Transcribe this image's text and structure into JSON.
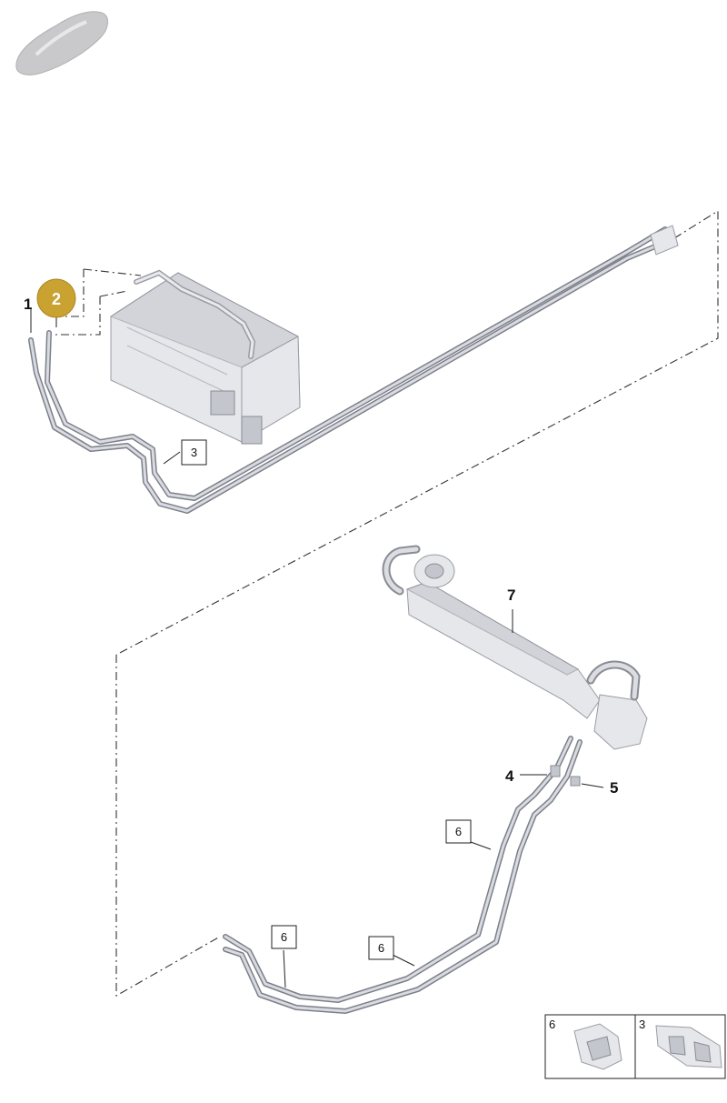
{
  "callouts": {
    "c1": "1",
    "c2": "2",
    "c3": "3",
    "c4": "4",
    "c5": "5",
    "c6a": "6",
    "c6b": "6",
    "c6c": "6",
    "c7": "7"
  },
  "legend": {
    "box_a_label": "6",
    "box_b_label": "3"
  },
  "colors": {
    "highlight": "#c9a231",
    "pipe": "#7d808a",
    "part": "#e6e7eb"
  }
}
